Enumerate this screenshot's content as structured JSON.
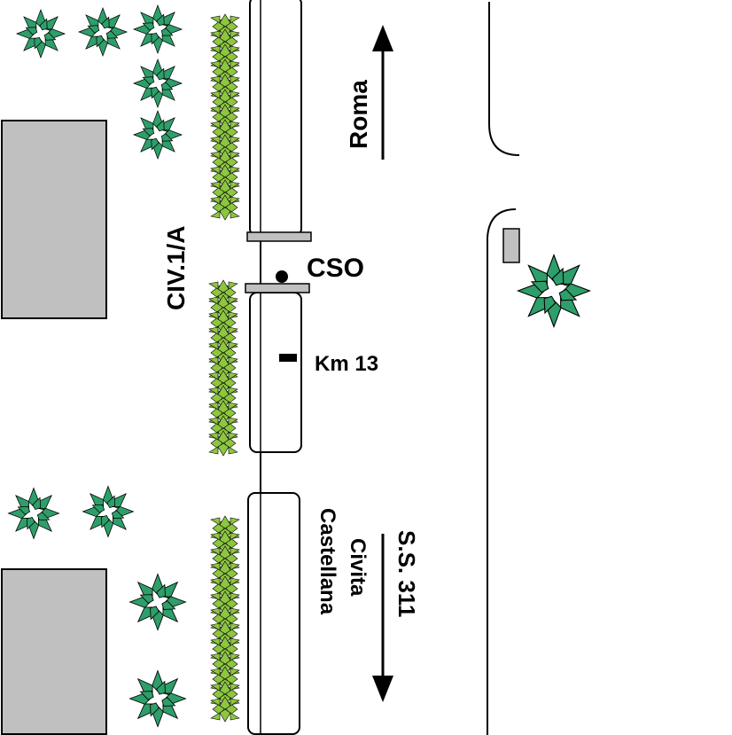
{
  "labels": {
    "direction_north": "Roma",
    "building_id": "CIV.1/A",
    "station": "CSO",
    "kilometer": "Km 13",
    "road_number": "S.S. 311",
    "direction_south_line1": "Civita",
    "direction_south_line2": "Castellana"
  },
  "colors": {
    "building_fill": "#c0c0c0",
    "hedge_leaf": "#8dc63f",
    "tree_leaf": "#2e9e6a",
    "line": "#000000"
  },
  "icons": {
    "tree": "tree-icon",
    "hedge": "hedge-icon",
    "arrow": "arrow-icon",
    "station_marker": "station-dot-icon"
  }
}
